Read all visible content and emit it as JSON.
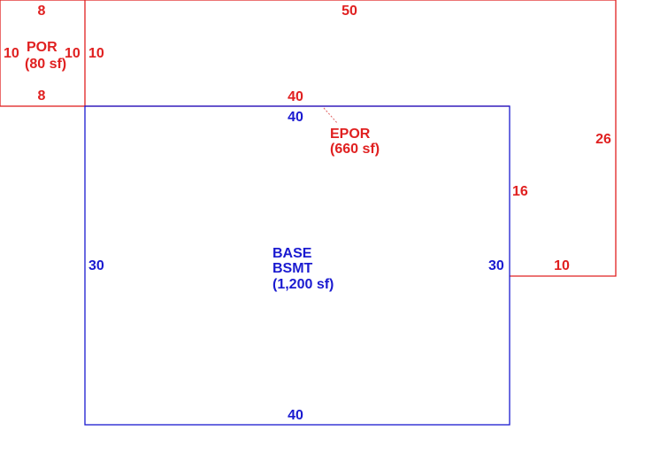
{
  "colors": {
    "porch": "#e02020",
    "base": "#1a1ad0",
    "background": "#ffffff"
  },
  "areas": {
    "por": {
      "code": "POR",
      "area": "(80 sf)"
    },
    "epor": {
      "code": "EPOR",
      "area": "(660 sf)"
    },
    "base": {
      "code": "BASE",
      "subcode": "BSMT",
      "area": "(1,200 sf)"
    }
  },
  "dimensions": {
    "por_top": "8",
    "por_bottom": "8",
    "por_left": "10",
    "por_right": "10",
    "epor_left": "10",
    "epor_top": "50",
    "epor_right": "26",
    "epor_bottom_run": "10",
    "epor_inner_right": "16",
    "epor_inner_top": "40",
    "base_top": "40",
    "base_bottom": "40",
    "base_left": "30",
    "base_right": "30"
  }
}
